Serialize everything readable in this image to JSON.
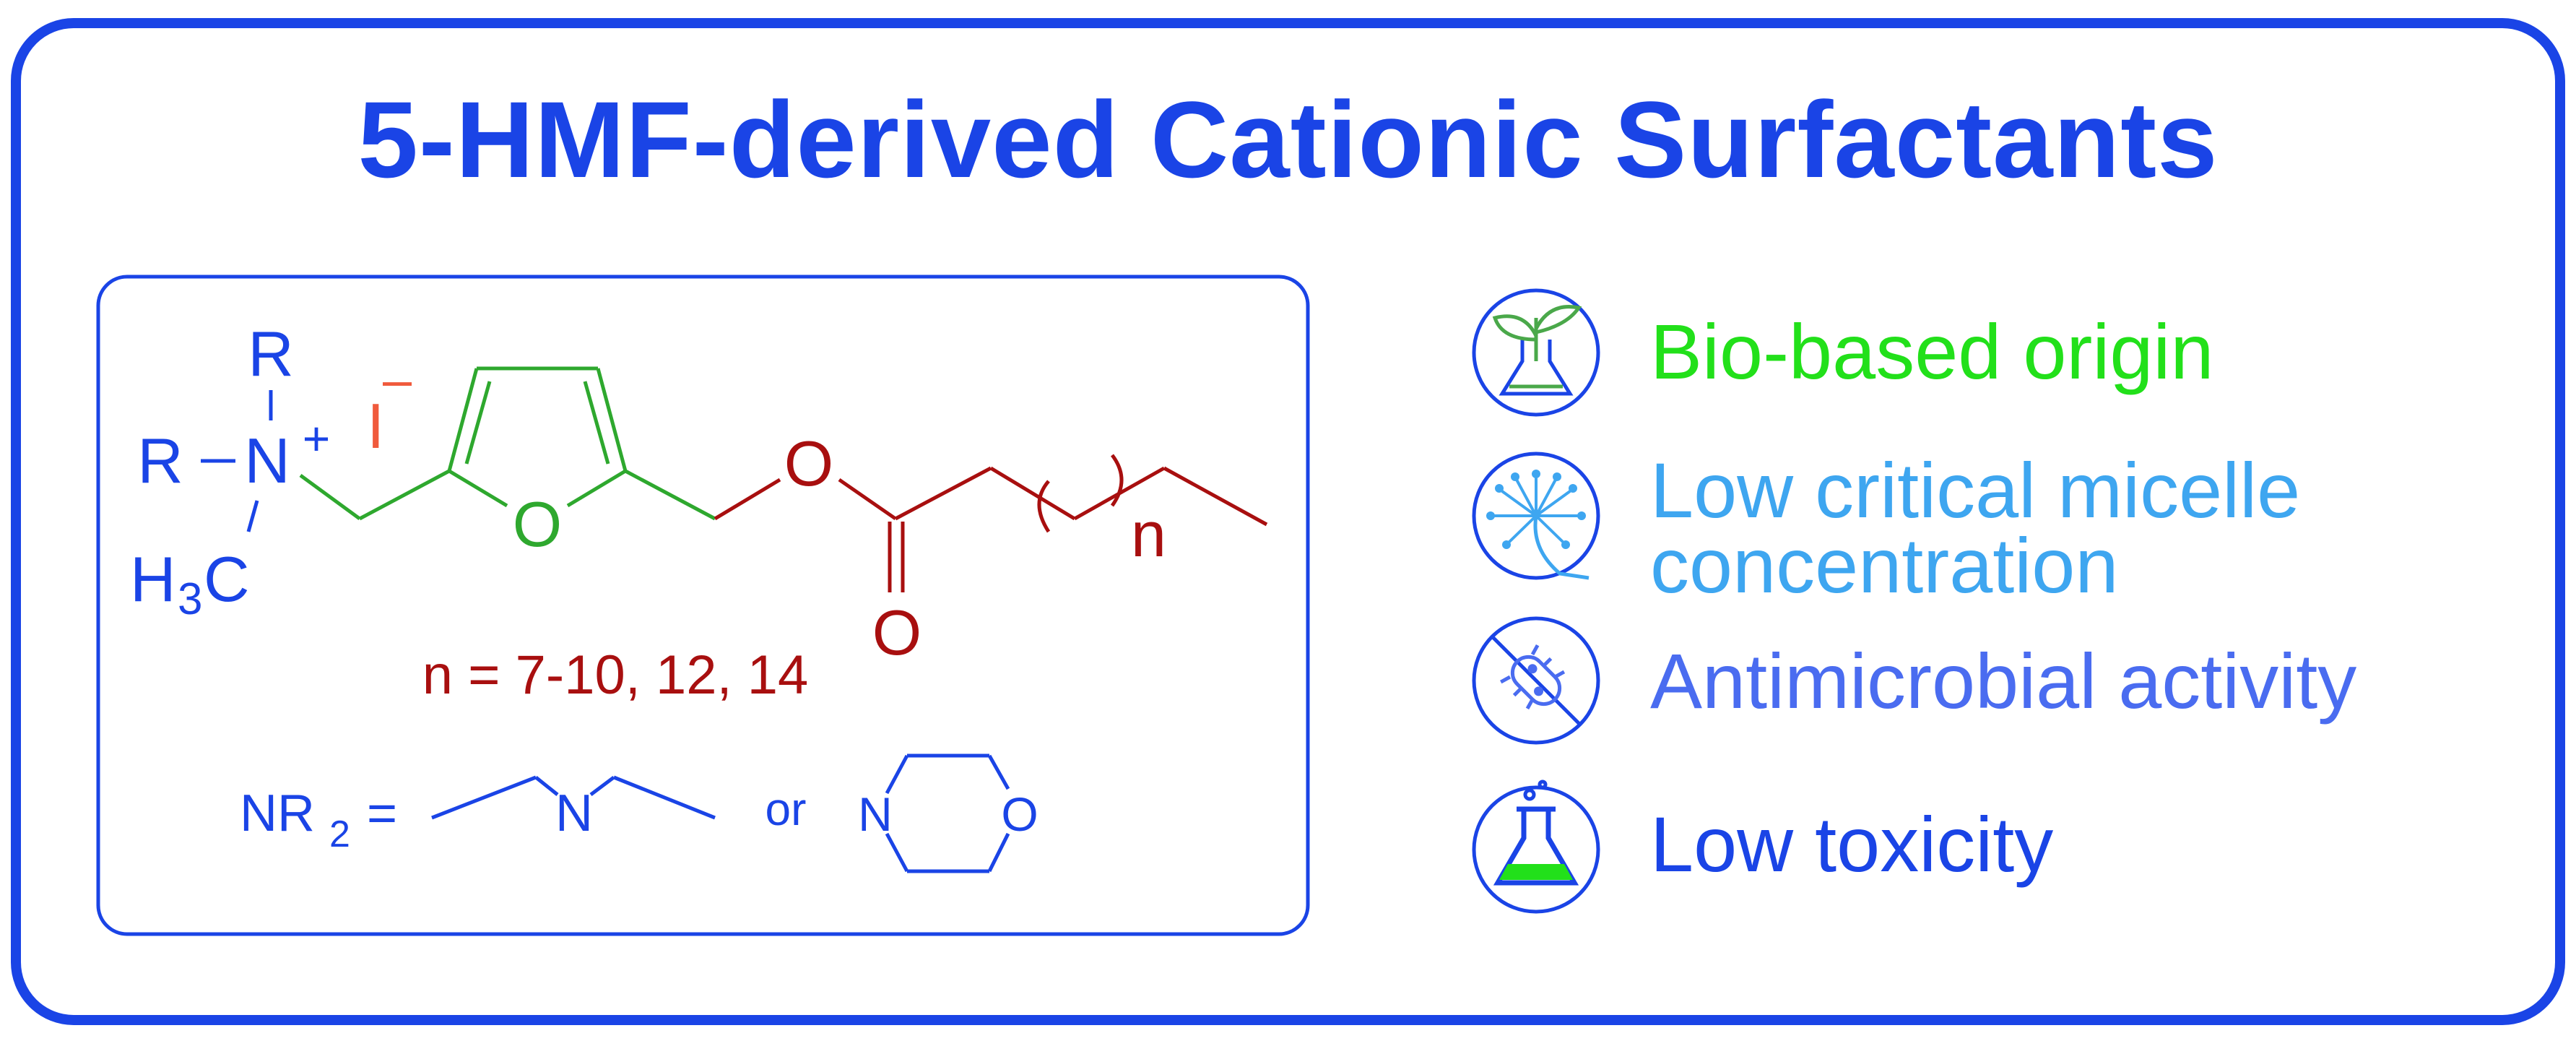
{
  "title": "5-HMF-derived Cationic Surfactants",
  "colors": {
    "frame": "#1a44e6",
    "title": "#1a44e6",
    "blue_atoms": "#1a44e6",
    "green_ring": "#2ea82e",
    "dark_red": "#a80f0f",
    "iodide": "#f05a3c",
    "feature1": "#22e01a",
    "feature2": "#3ea6f0",
    "feature3": "#4a6cf0",
    "feature4": "#1a44e6"
  },
  "structure": {
    "r_top": "R",
    "r_left": "R",
    "n_atom": "N",
    "plus": "+",
    "h3c_h": "H",
    "h3c_3": "3",
    "h3c_c": "C",
    "iodide": "I",
    "iodide_charge": "–",
    "ring_oxygen": "O",
    "ester_oxygen": "O",
    "carbonyl_oxygen": "O",
    "n_subscript": "n",
    "n_values": "n = 7-10, 12, 14",
    "nr2_n": "NR",
    "nr2_sub": "2",
    "nr2_eq": "=",
    "amine_n": "N",
    "or_text": "or",
    "morph_n": "N",
    "morph_o": "O"
  },
  "features": [
    {
      "icon": "plant-flask-icon",
      "label": "Bio-based origin"
    },
    {
      "icon": "dandelion-icon",
      "label_line1": "Low critical micelle",
      "label_line2": "concentration"
    },
    {
      "icon": "no-bacteria-icon",
      "label": "Antimicrobial activity"
    },
    {
      "icon": "flask-icon",
      "label": "Low toxicity"
    }
  ]
}
